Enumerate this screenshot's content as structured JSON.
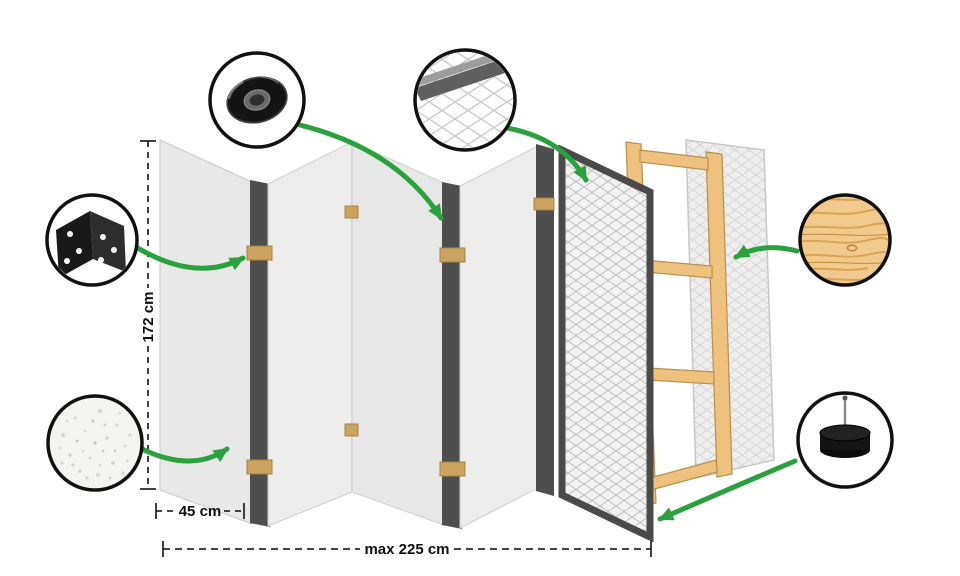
{
  "diagram": {
    "product": "folding-room-divider-construction",
    "panel_count": 5,
    "dimensions": {
      "height": "172 cm",
      "panel_width": "45 cm",
      "total_width": "max 225 cm"
    },
    "callouts": {
      "tape": "adhesive-tape-roll",
      "hinge": "metal-corner-hinge",
      "fleece": "nonwoven-fleece-texture",
      "pattern": "geometric-print-closeup",
      "wood": "pine-wood-texture",
      "foot": "floor-protector-foot"
    },
    "colors": {
      "arrow_green": "#2aa13c",
      "panel_light": "#e9e9e9",
      "panel_edge_dark": "#4e4e4e",
      "wood": "#eec27e",
      "hinge_brass": "#c9a35f",
      "background": "#ffffff"
    }
  }
}
